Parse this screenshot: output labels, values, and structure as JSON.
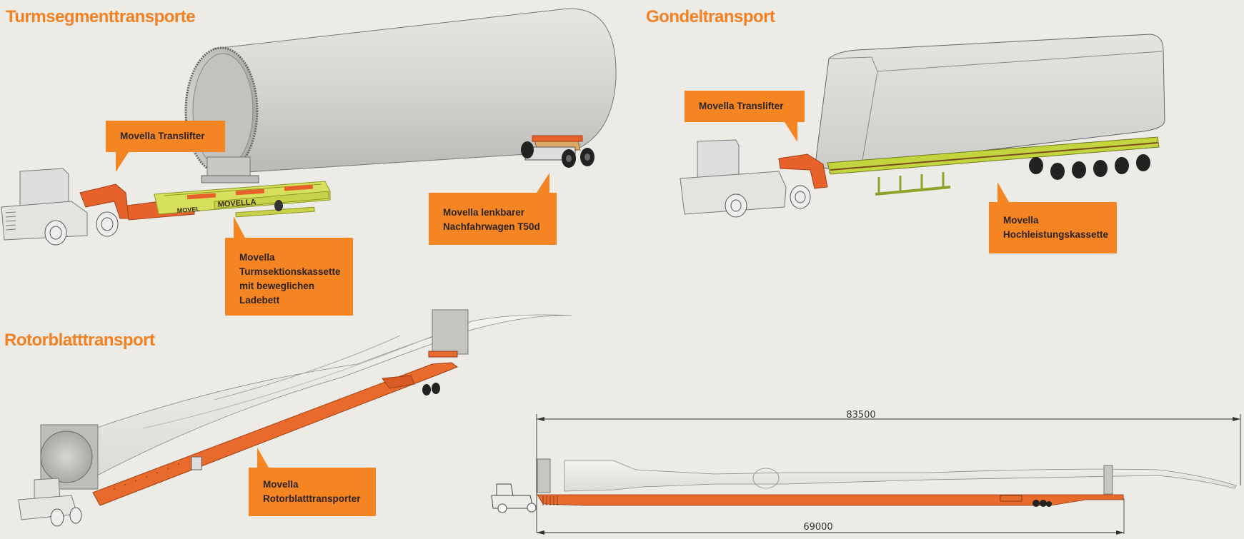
{
  "sections": {
    "tower": {
      "title": "Turmsegmenttransporte",
      "callouts": {
        "translifter": [
          "Movella Translifter"
        ],
        "cassette": [
          "Movella",
          "Turmsektionskassette",
          "mit beweglichen",
          "Ladebett"
        ],
        "trailer": [
          "Movella lenkbarer",
          "Nachfahrwagen T50d"
        ]
      },
      "brand_mark": "MOVELLA",
      "brand_mark_short": "MOVEL"
    },
    "nacelle": {
      "title": "Gondeltransport",
      "callouts": {
        "translifter": [
          "Movella Translifter"
        ],
        "cassette": [
          "Movella",
          "Hochleistungskassette"
        ]
      }
    },
    "blade": {
      "title": "Rotorblatttransport",
      "callouts": {
        "transporter": [
          "Movella",
          "Rotorblatttransporter"
        ]
      }
    },
    "drawing": {
      "overall_length": "83500",
      "trailer_length": "69000"
    }
  },
  "colors": {
    "background": "#ecebe5",
    "accent_orange": "#f58423",
    "trailer_orange": "#e86a2c",
    "cassette_yellow": "#d7e05a",
    "text_dark": "#2a2522"
  }
}
